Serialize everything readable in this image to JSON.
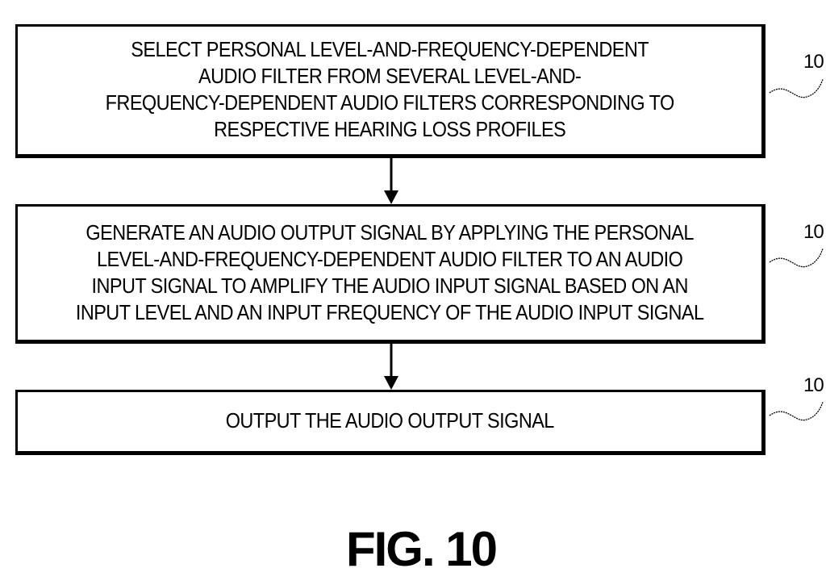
{
  "steps": [
    {
      "ref": "10",
      "lines": [
        "SELECT PERSONAL LEVEL-AND-FREQUENCY-DEPENDENT",
        "AUDIO FILTER FROM SEVERAL LEVEL-AND-",
        "FREQUENCY-DEPENDENT AUDIO FILTERS CORRESPONDING TO",
        "RESPECTIVE HEARING LOSS PROFILES"
      ]
    },
    {
      "ref": "10",
      "lines": [
        "GENERATE AN AUDIO OUTPUT SIGNAL BY APPLYING THE PERSONAL",
        "LEVEL-AND-FREQUENCY-DEPENDENT AUDIO FILTER TO AN AUDIO",
        "INPUT SIGNAL TO AMPLIFY THE AUDIO INPUT SIGNAL BASED ON AN",
        "INPUT LEVEL AND AN INPUT FREQUENCY OF THE AUDIO INPUT SIGNAL"
      ]
    },
    {
      "ref": "10",
      "lines": [
        "OUTPUT THE AUDIO OUTPUT SIGNAL"
      ]
    }
  ],
  "figure_label": "FIG. 10"
}
